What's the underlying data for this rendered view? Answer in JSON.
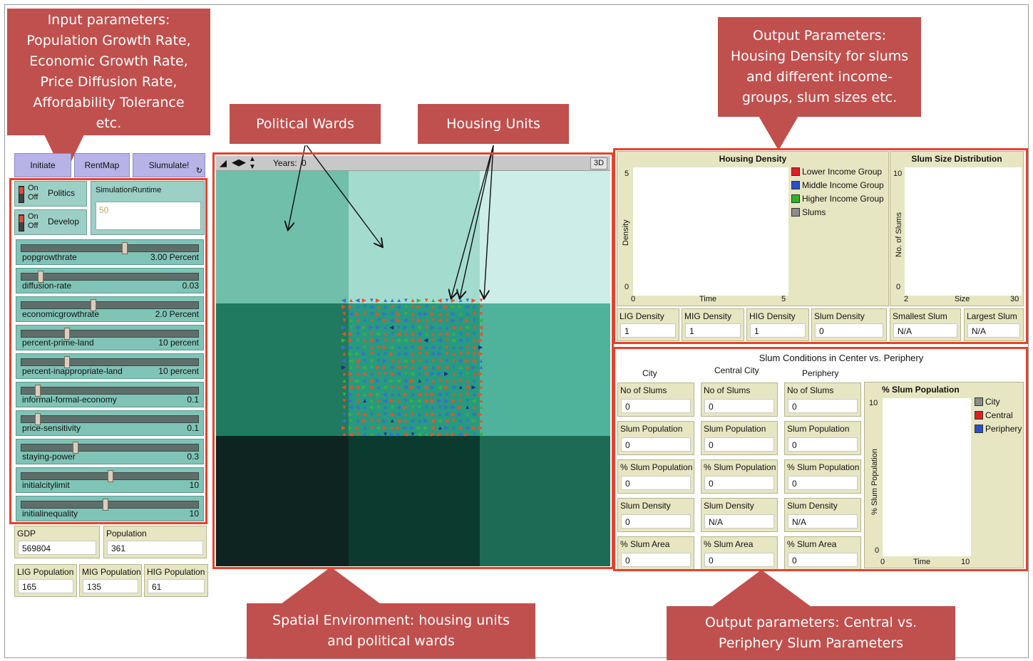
{
  "callouts": {
    "input": "Input parameters:\nPopulation Growth Rate,\nEconomic Growth Rate,\nPrice Diffusion Rate,\nAffordability Tolerance\netc.",
    "wards": "Political Wards",
    "housing": "Housing Units",
    "output_top": "Output Parameters:\nHousing Density for slums\nand different income-\ngroups, slum sizes etc.",
    "spatial": "Spatial Environment: housing units\nand political wards",
    "output_bottom": "Output parameters: Central vs.\nPeriphery Slum Parameters"
  },
  "buttons": {
    "initiate": "Initiate",
    "rentmap": "RentMap",
    "slumulate": "Slumulate!"
  },
  "switches": [
    {
      "on": "On",
      "off": "Off",
      "label": "Politics"
    },
    {
      "on": "On",
      "off": "Off",
      "label": "Develop"
    }
  ],
  "runtime": {
    "label": "SimulationRuntime",
    "value": "50"
  },
  "sliders": [
    {
      "name": "popgrowthrate",
      "value": "3.00 Percent",
      "pos": 0.58
    },
    {
      "name": "diffusion-rate",
      "value": "0.03",
      "pos": 0.1
    },
    {
      "name": "economicgrowthrate",
      "value": "2.0 Percent",
      "pos": 0.4
    },
    {
      "name": "percent-prime-land",
      "value": "10 percent",
      "pos": 0.25
    },
    {
      "name": "percent-inappropriate-land",
      "value": "10 percent",
      "pos": 0.25
    },
    {
      "name": "informal-formal-economy",
      "value": "0.1",
      "pos": 0.08
    },
    {
      "name": "price-sensitivity",
      "value": "0.1",
      "pos": 0.08
    },
    {
      "name": "staying-power",
      "value": "0.3",
      "pos": 0.3
    },
    {
      "name": "initialcitylimit",
      "value": "10",
      "pos": 0.5
    },
    {
      "name": "initialinequality",
      "value": "10",
      "pos": 0.47
    }
  ],
  "monitors_left": {
    "gdp": {
      "label": "GDP",
      "value": "569804"
    },
    "population": {
      "label": "Population",
      "value": "361"
    },
    "lig": {
      "label": "LIG Population",
      "value": "165"
    },
    "mig": {
      "label": "MIG Population",
      "value": "135"
    },
    "hig": {
      "label": "HIG Population",
      "value": "61"
    }
  },
  "world": {
    "years_label": "Years:",
    "years_value": "0",
    "btn3d": "3D"
  },
  "ward_colors": [
    "#6fbfaa",
    "#a3dccf",
    "#cdeee8",
    "#1f7a5f",
    "#279a7f",
    "#4fb39b",
    "#0e2420",
    "#0b3a2e",
    "#1e6b55"
  ],
  "agent_colors": [
    "#e8512c",
    "#3a6fd0",
    "#3cb043",
    "#2a2a8f"
  ],
  "housing_plot": {
    "title": "Housing Density",
    "ylabel": "Density",
    "xlabel": "Time",
    "ymin": "0",
    "ymax": "5",
    "xmin": "0",
    "xmax": "5",
    "legend": [
      {
        "name": "Lower Income Group",
        "color": "#e02020"
      },
      {
        "name": "Middle Income Group",
        "color": "#2850c8"
      },
      {
        "name": "Higher Income Group",
        "color": "#2fb02f"
      },
      {
        "name": "Slums",
        "color": "#8c8c8c"
      }
    ]
  },
  "slum_size_plot": {
    "title": "Slum Size Distribution",
    "ylabel": "No. of Slums",
    "xlabel": "Size",
    "ymin": "0",
    "ymax": "10",
    "xmin": "2",
    "xmax": "30"
  },
  "density_monitors": [
    {
      "label": "LIG Density",
      "value": "1"
    },
    {
      "label": "MIG Density",
      "value": "1"
    },
    {
      "label": "HIG Density",
      "value": "1"
    },
    {
      "label": "Slum Density",
      "value": "0"
    },
    {
      "label": "Smallest Slum",
      "value": "N/A"
    },
    {
      "label": "Largest Slum",
      "value": "N/A"
    }
  ],
  "conditions": {
    "title": "Slum Conditions in Center vs. Periphery",
    "col_city": "City",
    "col_central": "Central City",
    "col_periphery": "Periphery",
    "rows": [
      {
        "label": "No of Slums",
        "values": [
          "0",
          "0",
          "0"
        ]
      },
      {
        "label": "Slum Population",
        "values": [
          "0",
          "0",
          "0"
        ]
      },
      {
        "label": "% Slum Population",
        "values": [
          "0",
          "0",
          "0"
        ]
      },
      {
        "label": "Slum Density",
        "values": [
          "0",
          "N/A",
          "N/A"
        ]
      },
      {
        "label": "% Slum Area",
        "values": [
          "0",
          "0",
          "0"
        ]
      }
    ]
  },
  "slum_pop_plot": {
    "title": "% Slum Population",
    "ylabel": "% Slum Population",
    "xlabel": "Time",
    "ymin": "0",
    "ymax": "10",
    "xmin": "0",
    "xmax": "10",
    "legend": [
      {
        "name": "City",
        "color": "#8c8c8c"
      },
      {
        "name": "Central",
        "color": "#e02020"
      },
      {
        "name": "Periphery",
        "color": "#2850c8"
      }
    ]
  }
}
